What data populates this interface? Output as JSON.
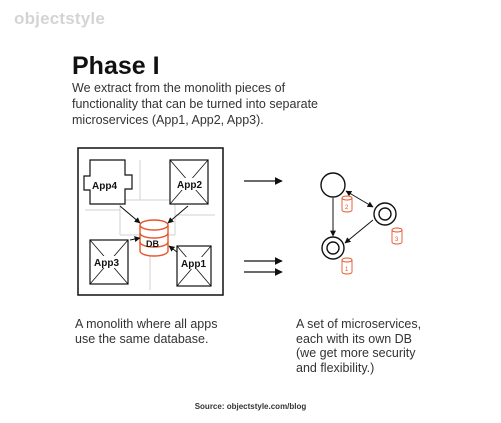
{
  "brand": {
    "logo_text": "objectstyle"
  },
  "header": {
    "title": "Phase I",
    "intro_lines": [
      "We extract from the monolith pieces of",
      "functionality that can be turned into separate",
      "microservices (App1, App2, App3)."
    ]
  },
  "monolith": {
    "apps": [
      "App4",
      "App2",
      "App3",
      "App1"
    ],
    "db_label": "DB"
  },
  "microservices": {
    "db_labels": [
      "2",
      "3",
      "1"
    ]
  },
  "captions": {
    "left": [
      "A monolith where all apps",
      "use the same database."
    ],
    "right": [
      "A set of microservices,",
      "each with its own DB",
      "(we get more security",
      "and flexibility.)"
    ]
  },
  "footer": {
    "source": "Source: objectstyle.com/blog"
  },
  "colors": {
    "accent": "#e8542a",
    "ink": "#111111",
    "grid": "#d0d0d0",
    "logo": "#d4d4d4"
  }
}
